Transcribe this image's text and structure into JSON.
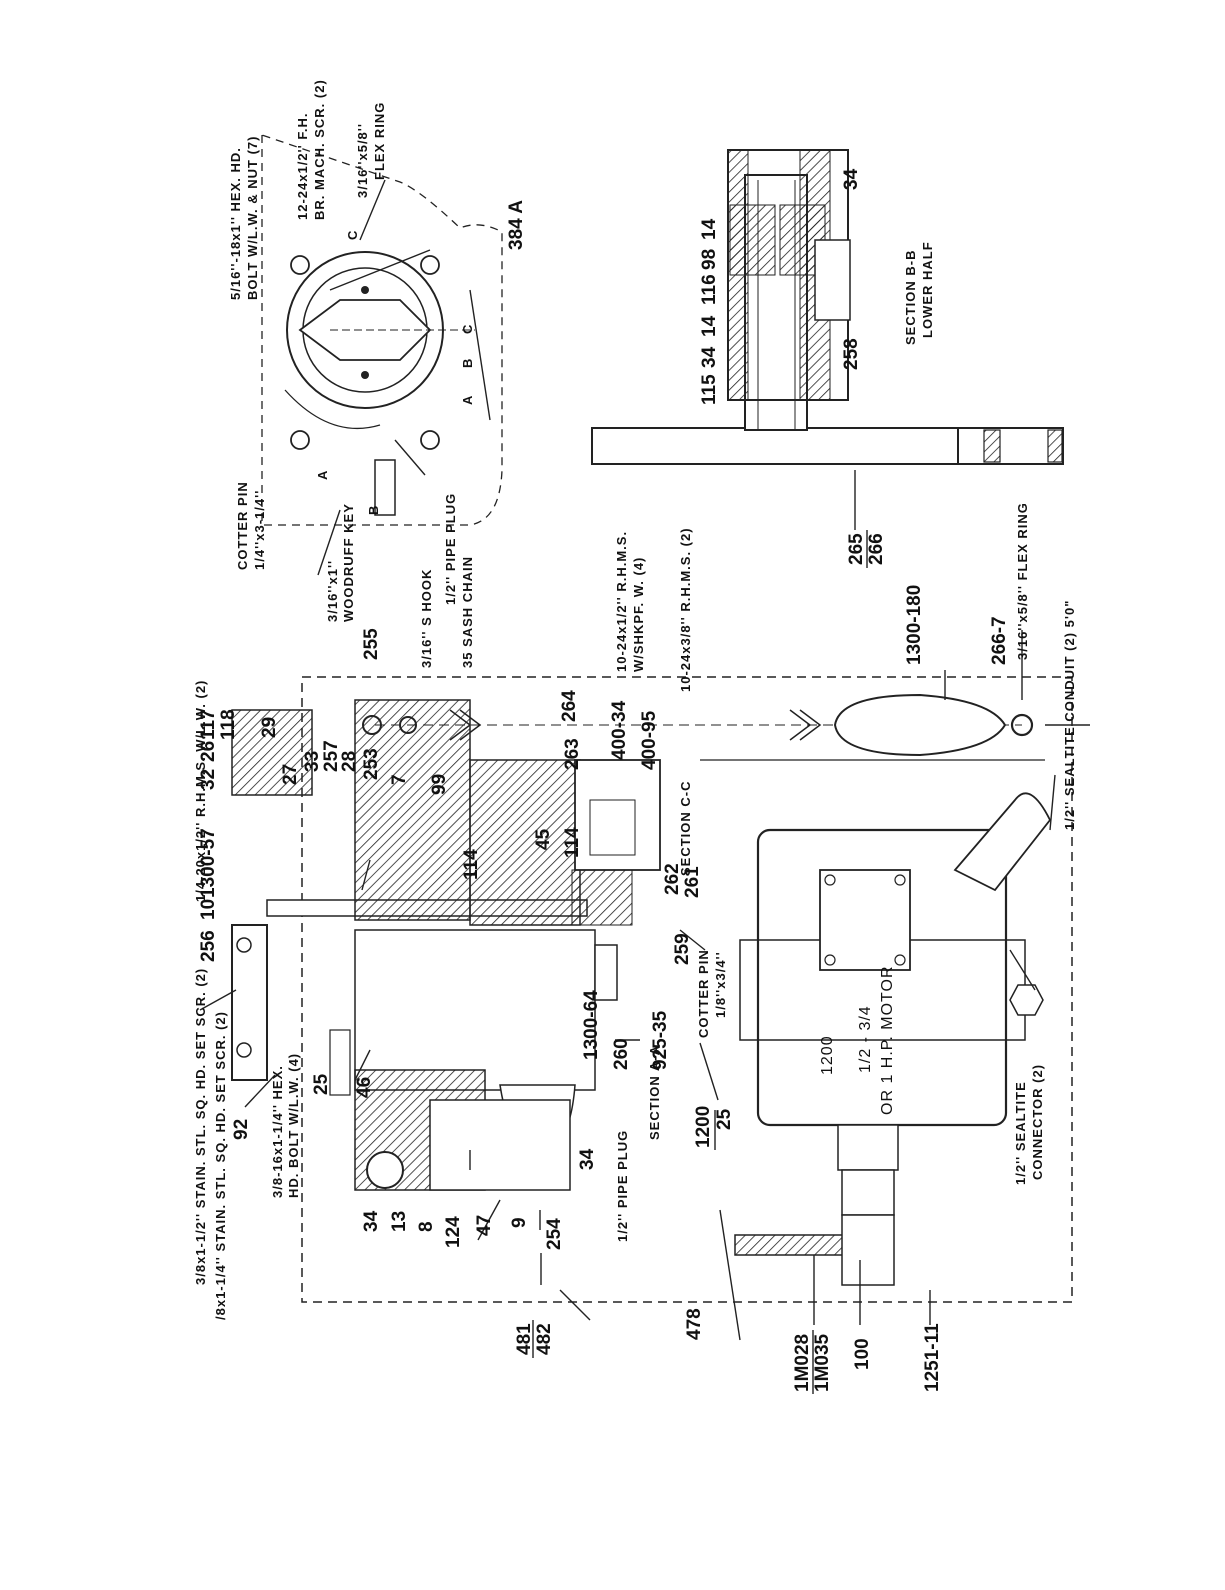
{
  "labels": {
    "hex_set_screw": "3/8x1-1/2'' STAIN. STL. SQ. HD. SET SCR. (2)",
    "hex_set_screw2": "/8x1-1/4'' STAIN. STL. SQ. HD. SET SCR. (2)",
    "hex_hd_bolt": "3/8-16x1-1/4'' HEX.",
    "hex_hd_bolt2": "HD. BOLT W/L.W. (4)",
    "rhms_quarter": "1/4-20x1/2'' R.H.M.S. W/L.W. (2)",
    "s_hook": "3/16'' S HOOK",
    "sash_chain": "35 SASH CHAIN",
    "rhms_10_24": "10-24x1/2'' R.H.M.S.",
    "rhms_10_24b": "W/SHKPF. W. (4)",
    "rhms_10_24_38": "10-24x3/8'' R.H.M.S. (2)",
    "section_cc": "SECTION C-C",
    "cotter_pin_18": "COTTER PIN",
    "cotter_pin_18b": "1/8''x3/4''",
    "pipe_plug_bottom": "1/2'' PIPE PLUG",
    "section_aa": "SECTION A-A",
    "motor_num": "1200",
    "motor_hp": "1/2 - 3/4",
    "motor_hp2": "OR 1 H.P. MOTOR",
    "sealtite_connector": "1/2'' SEALTITE",
    "sealtite_connector2": "CONNECTOR (2)",
    "sealtite_conduit": "1/2'' SEALTITE CONDUIT (2) 5'0\"",
    "flex_ring_bottom": "3/16''x5/8'' FLEX RING",
    "cotter_pin_14": "COTTER PIN",
    "cotter_pin_14b": "1/4''x3-1/4''",
    "woodruff": "3/16''x1''",
    "woodruff2": "WOODRUFF KEY",
    "pipe_plug_top": "1/2'' PIPE PLUG",
    "hex_bolt_top": "5/16''-18x1'' HEX. HD.",
    "hex_bolt_top2": "BOLT W/L.W. & NUT (7)",
    "fh_screw": "12-24x1/2'' F.H.",
    "fh_screw2": "BR. MACH. SCR. (2)",
    "flex_ring_top": "3/16''x5/8''",
    "flex_ring_top2": "FLEX RING",
    "section_bb": "SECTION B-B",
    "lower_half": "LOWER HALF"
  },
  "section_letters": {
    "a": "A",
    "b": "B",
    "c": "C"
  },
  "parts": {
    "p92": "92",
    "p25": "25",
    "p46": "46",
    "p256": "256",
    "p10": "10",
    "p1300_57": "1300-57",
    "p32": "32",
    "p26": "26",
    "p117": "117",
    "p118": "118",
    "p29": "29",
    "p27": "27",
    "p33": "33",
    "p257": "257",
    "p28": "28",
    "p255": "255",
    "p253": "253",
    "p7": "7",
    "p99": "99",
    "p114a": "114",
    "p45": "45",
    "p114b": "114",
    "p263": "263",
    "p264": "264",
    "p400_34": "400-34",
    "p400_95": "400-95",
    "p262": "262",
    "p261": "261",
    "p259": "259",
    "p1300_64": "1300-64",
    "p260": "260",
    "p925_35": "925-35",
    "p34a": "34",
    "p13": "13",
    "p8": "8",
    "p124": "124",
    "p47": "47",
    "p9": "9",
    "p254": "254",
    "p34b": "34",
    "p478": "478",
    "p481": "481",
    "p482": "482",
    "p1200": "1200",
    "p1200_25": "25",
    "p1300_180": "1300-180",
    "p266_7": "266-7",
    "p1M028": "1M028",
    "p1M035": "1M035",
    "p100": "100",
    "p1251_11": "1251-11",
    "p265": "265",
    "p266": "266",
    "p384A": "384 A",
    "p34c": "34",
    "p14a": "14",
    "p98": "98",
    "p116": "116",
    "p14b": "14",
    "p34d": "34",
    "p115": "115",
    "p258": "258"
  }
}
